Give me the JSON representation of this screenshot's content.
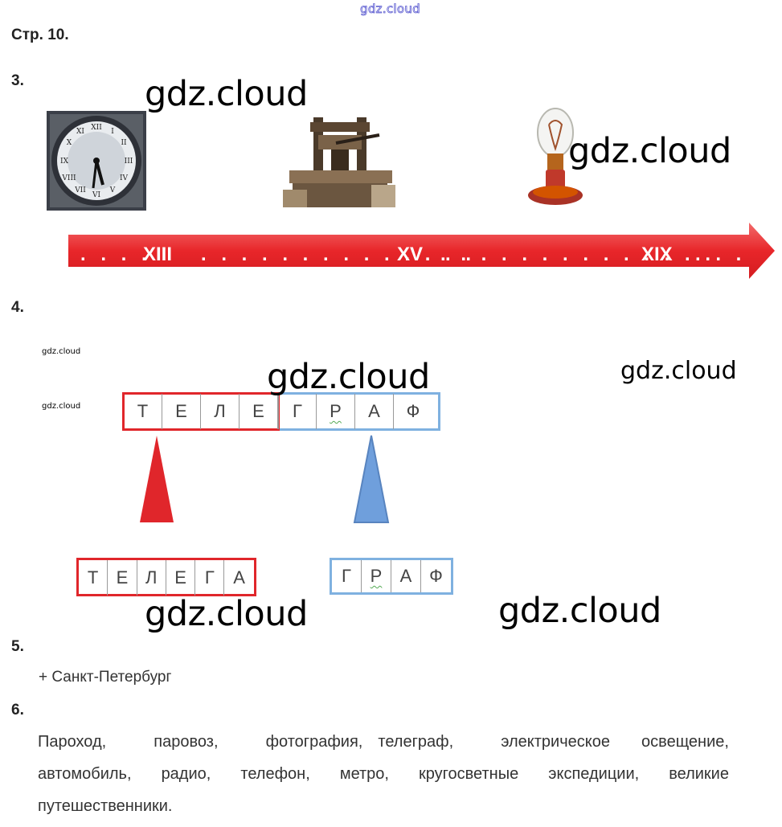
{
  "watermark": "gdz.cloud",
  "page_heading": "Стр. 10.",
  "ex3": {
    "number": "3.",
    "timeline_labels": [
      "XIII",
      "XV",
      "XIX"
    ],
    "dots": ". . . ."
  },
  "ex4": {
    "number": "4.",
    "word_full": [
      "Т",
      "Е",
      "Л",
      "Е",
      "Г",
      "Р",
      "А",
      "Ф"
    ],
    "word_left": [
      "Т",
      "Е",
      "Л",
      "Е",
      "Г",
      "А"
    ],
    "word_right": [
      "Г",
      "Р",
      "А",
      "Ф"
    ],
    "colors": {
      "red": "#e0262b",
      "blue": "#7fb1e0",
      "blue_fill": "#6f9fdc"
    }
  },
  "ex5": {
    "number": "5.",
    "answer": "+ Санкт-Петербург"
  },
  "ex6": {
    "number": "6.",
    "lines": [
      [
        "Пароход,",
        "паровоз,",
        "фотография,",
        "телеграф,",
        "электрическое",
        "освещение,"
      ],
      [
        "автомобиль,",
        "радио,",
        "телефон,",
        "метро,",
        "кругосветные",
        "экспедиции,",
        "великие"
      ],
      [
        "путешественники."
      ]
    ]
  }
}
